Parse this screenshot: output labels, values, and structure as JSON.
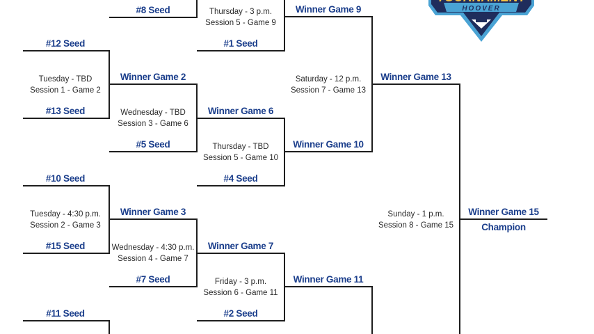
{
  "logo": {
    "text_top": "TOURNAMENT",
    "text_banner": "HOOVER",
    "colors": {
      "navy": "#1f2d5c",
      "light_blue": "#4aa3d4",
      "yellow": "#f5c243"
    }
  },
  "colors": {
    "label": "#1c3f8c",
    "line": "#1e1e1e",
    "game_text": "#2a2a2a"
  },
  "labels": {
    "seed8": "#8 Seed",
    "seed12": "#12 Seed",
    "seed1": "#1 Seed",
    "seed13": "#13 Seed",
    "seed5": "#5 Seed",
    "seed10": "#10 Seed",
    "seed4": "#4 Seed",
    "seed15": "#15 Seed",
    "seed7": "#7 Seed",
    "seed11": "#11 Seed",
    "seed2": "#2 Seed",
    "wg9": "Winner Game 9",
    "wg2": "Winner Game 2",
    "wg13": "Winner Game 13",
    "wg6": "Winner Game 6",
    "wg10": "Winner Game 10",
    "wg3": "Winner Game 3",
    "wg15": "Winner Game 15",
    "wg7": "Winner Game 7",
    "wg11": "Winner Game 11",
    "champion": "Champion"
  },
  "games": {
    "g9": {
      "time": "Thursday - 3 p.m.",
      "session": "Session 5 - Game 9"
    },
    "g2": {
      "time": "Tuesday - TBD",
      "session": "Session 1 - Game 2"
    },
    "g6": {
      "time": "Wednesday - TBD",
      "session": "Session 3 - Game 6"
    },
    "g13": {
      "time": "Saturday - 12 p.m.",
      "session": "Session 7 - Game 13"
    },
    "g10": {
      "time": "Thursday - TBD",
      "session": "Session 5 - Game 10"
    },
    "g3": {
      "time": "Tuesday - 4:30 p.m.",
      "session": "Session 2 - Game 3"
    },
    "g15": {
      "time": "Sunday - 1 p.m.",
      "session": "Session 8 - Game 15"
    },
    "g7": {
      "time": "Wednesday - 4:30 p.m.",
      "session": "Session 4 - Game 7"
    },
    "g11": {
      "time": "Friday - 3 p.m.",
      "session": "Session 6 - Game 11"
    }
  }
}
